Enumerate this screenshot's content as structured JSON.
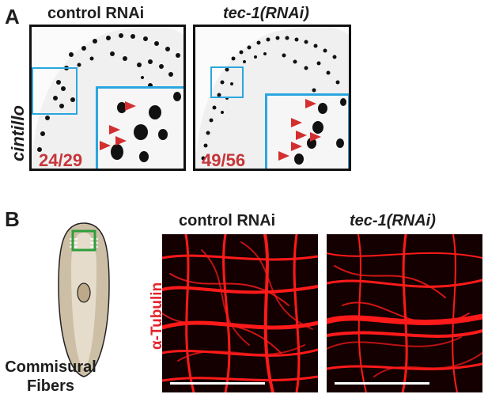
{
  "panel_a": {
    "letter": "A",
    "stain_label": "cintillo",
    "conditions": [
      {
        "title": "control RNAi",
        "italic": false,
        "count": "24/29"
      },
      {
        "title": "tec-1(RNAi)",
        "italic": true,
        "count": "49/56"
      }
    ]
  },
  "panel_b": {
    "letter": "B",
    "stain_label": "α-Tubulin",
    "caption_line1": "Commisural",
    "caption_line2": "Fibers",
    "conditions": [
      {
        "title": "control RNAi",
        "italic": false
      },
      {
        "title": "tec-1(RNAi)",
        "italic": true
      }
    ]
  },
  "colors": {
    "roi_box": "#2aa6df",
    "count_text": "#c7353a",
    "arrow": "#d32f2f",
    "tubulin": "#ff1a1a",
    "worm_body": "#cdbfa6",
    "head_box": "#2e9e3b"
  }
}
